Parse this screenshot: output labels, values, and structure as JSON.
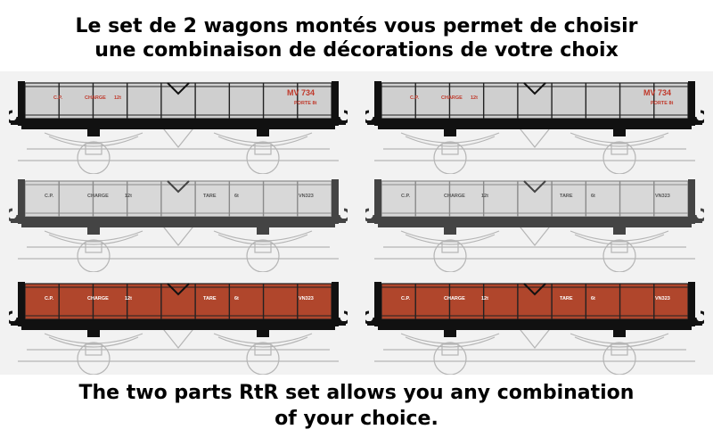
{
  "header": {
    "line1": "Le set de 2 wagons montés vous permet de choisir",
    "line2": "une combinaison de décorations de votre choix"
  },
  "footer": {
    "line1": "The two parts RtR set allows you any combination",
    "line2": "of your choice."
  },
  "wagons": [
    {
      "livery": "grey",
      "markings": [
        "C.P.",
        "CHARGE",
        "12t",
        "MV 734",
        "PORTE 8t"
      ]
    },
    {
      "livery": "grey",
      "markings": [
        "C.P.",
        "CHARGE",
        "12t",
        "MV 734",
        "PORTE 8t"
      ]
    },
    {
      "livery": "light-grey",
      "markings": [
        "C.P.",
        "CHARGE",
        "12t",
        "TARE",
        "6t",
        "VN323"
      ]
    },
    {
      "livery": "light-grey",
      "markings": [
        "C.P.",
        "CHARGE",
        "12t",
        "TARE",
        "6t",
        "VN323"
      ]
    },
    {
      "livery": "brown",
      "markings": [
        "C.P.",
        "CHARGE",
        "12t",
        "TARE",
        "6t",
        "VN323"
      ]
    },
    {
      "livery": "brown",
      "markings": [
        "C.P.",
        "CHARGE",
        "12t",
        "TARE",
        "6t",
        "VN323"
      ]
    }
  ],
  "colors": {
    "grey_body": "#cfcfcf",
    "light_grey_body": "#d8d8d8",
    "brown_body": "#b0462c",
    "frame": "#111111",
    "marking_red": "#c0392b"
  }
}
